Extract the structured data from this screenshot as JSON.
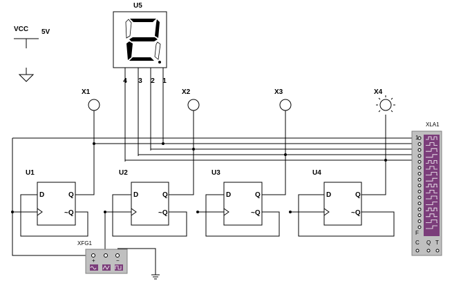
{
  "power": {
    "label": "VCC",
    "value": "5V"
  },
  "display": {
    "ref": "U5",
    "pins": [
      "4",
      "3",
      "2",
      "1"
    ],
    "digit": "2"
  },
  "probes": [
    {
      "ref": "X1"
    },
    {
      "ref": "X2"
    },
    {
      "ref": "X3"
    },
    {
      "ref": "X4"
    }
  ],
  "flipflops": [
    {
      "ref": "U1",
      "d": "D",
      "q": "Q",
      "nq": "~Q"
    },
    {
      "ref": "U2",
      "d": "D",
      "q": "Q",
      "nq": "~Q"
    },
    {
      "ref": "U3",
      "d": "D",
      "q": "Q",
      "nq": "~Q"
    },
    {
      "ref": "U4",
      "d": "D",
      "q": "Q",
      "nq": "~Q"
    }
  ],
  "analyzer": {
    "ref": "XLA1",
    "first_pin": "1",
    "last_pin": "F",
    "bottom_labels": [
      "C",
      "Q",
      "T"
    ]
  },
  "generator": {
    "ref": "XFG1",
    "terminals": [
      "+",
      "",
      "−"
    ]
  },
  "colors": {
    "instrument": "#7b3d7a",
    "instrument_panel": "#c0c0c0",
    "wire": "#000000",
    "probe_lit": "#ffffff"
  }
}
